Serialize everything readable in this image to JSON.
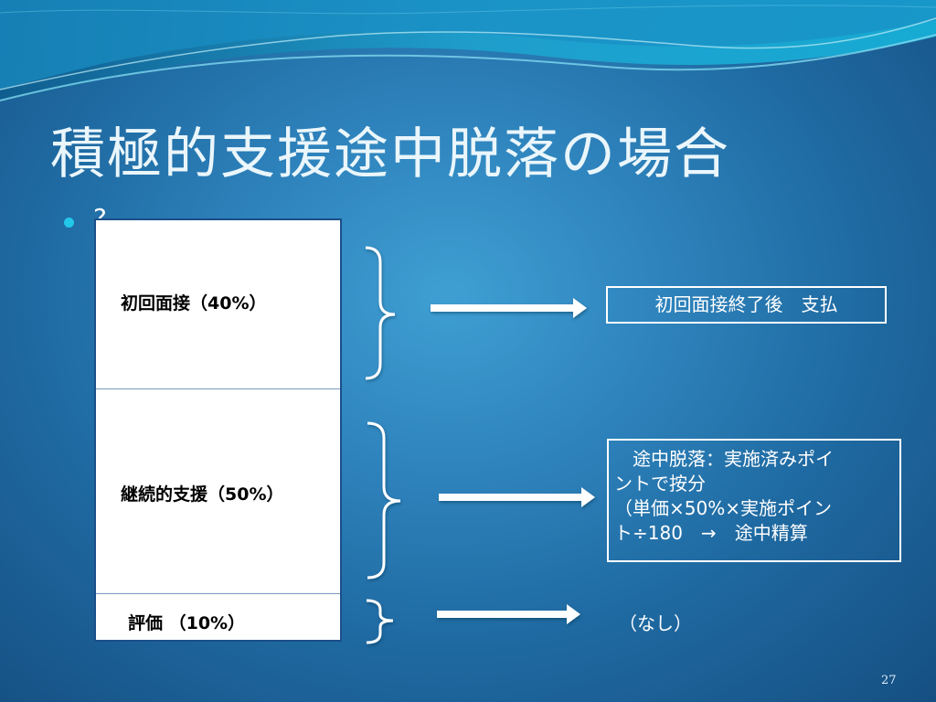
{
  "slide": {
    "title": "積極的支援途中脱落の場合",
    "bullet_text": "?",
    "page_number": "27"
  },
  "stack": {
    "segments": [
      {
        "label": "初回面接（40%）"
      },
      {
        "label": "継続的支援（50%）"
      },
      {
        "label": "評価 （10%）"
      }
    ]
  },
  "outcomes": {
    "initial": "初回面接終了後　支払",
    "continuous_lines": [
      "　途中脱落：実施済みポイ",
      "ントで按分",
      "（単価×50%×実施ポイン",
      "ト÷180　→　途中精算"
    ],
    "evaluation": "（なし）"
  },
  "colors": {
    "background": "#2f84bd",
    "title_text": "#eaf6fb",
    "bullet": "#22c7ea",
    "stack_border": "#1b4f8a"
  }
}
